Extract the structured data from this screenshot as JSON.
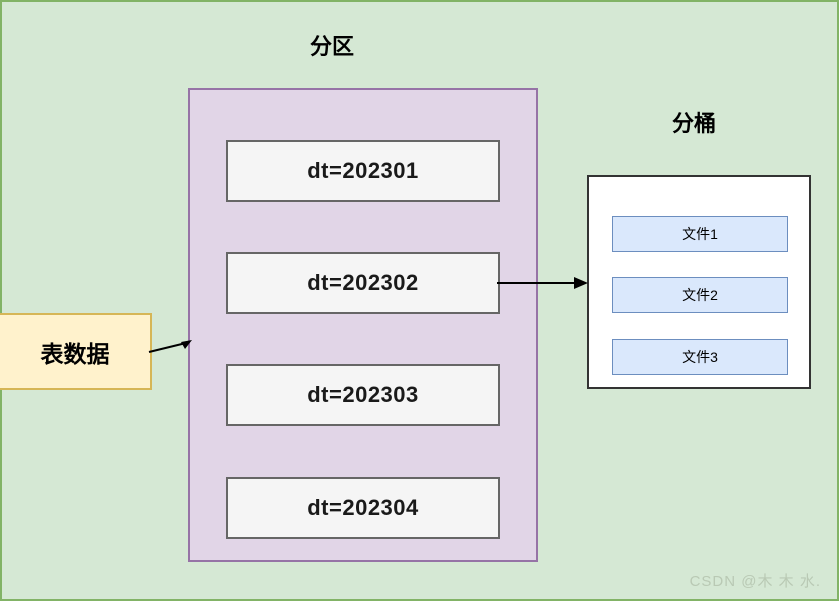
{
  "diagram": {
    "background_color": "#d5e8d4",
    "background_border_color": "#82b366",
    "sections": {
      "partition": {
        "title": "分区",
        "container_fill": "#e1d5e7",
        "container_border": "#9673a6",
        "items": [
          {
            "label": "dt=202301"
          },
          {
            "label": "dt=202302"
          },
          {
            "label": "dt=202303"
          },
          {
            "label": "dt=202304"
          }
        ],
        "item_fill": "#f5f5f5",
        "item_border": "#666666"
      },
      "bucket": {
        "title": "分桶",
        "container_fill": "#ffffff",
        "container_border": "#333333",
        "items": [
          {
            "label": "文件1"
          },
          {
            "label": "文件2"
          },
          {
            "label": "文件3"
          }
        ],
        "item_fill": "#dae8fc",
        "item_border": "#6c8ebf"
      }
    },
    "source": {
      "label": "表数据",
      "fill": "#fff2cc",
      "border": "#d6b656"
    },
    "connectors": [
      {
        "name": "source-to-partition",
        "from": "表数据",
        "to": "分区",
        "color": "#000000"
      },
      {
        "name": "partition-to-bucket",
        "from": "dt=202302",
        "to": "分桶",
        "color": "#000000"
      }
    ]
  },
  "watermark": {
    "text": "CSDN @木 木 水."
  }
}
